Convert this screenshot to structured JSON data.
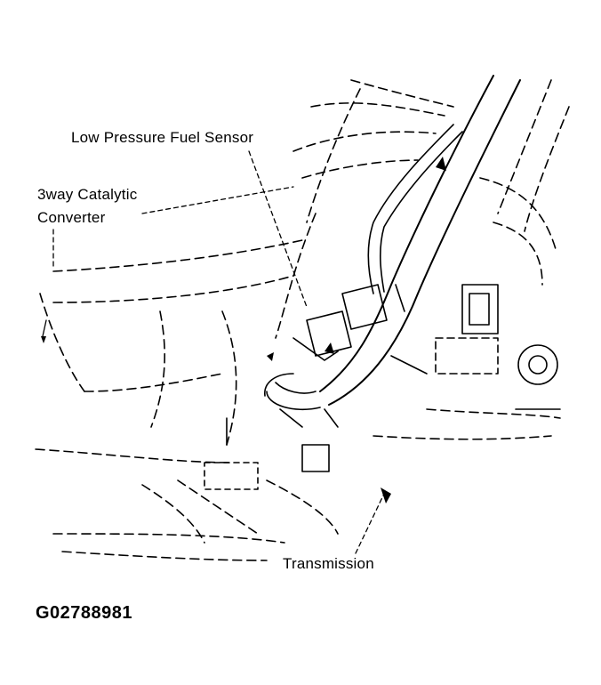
{
  "labels": {
    "low_pressure_fuel_sensor": "Low Pressure Fuel Sensor",
    "catalytic_converter_line1": "3way Catalytic",
    "catalytic_converter_line2": "Converter",
    "transmission": "Transmission"
  },
  "figure_id": "G02788981",
  "colors": {
    "ink": "#000000",
    "background": "#ffffff"
  }
}
